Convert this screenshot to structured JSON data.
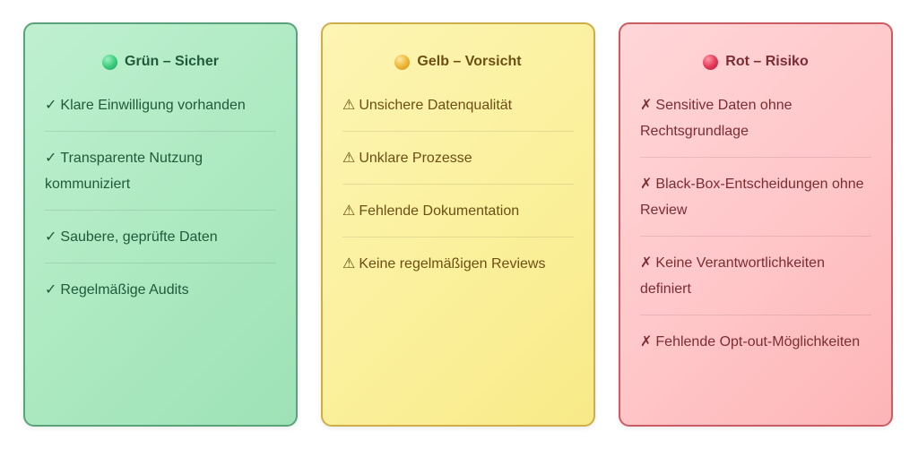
{
  "cards": [
    {
      "id": "green",
      "title": "Grün – Sicher",
      "color": "#3fcf80",
      "symbol": "✓",
      "items": [
        "Klare Einwilligung vorhanden",
        "Transparente Nutzung kommuniziert",
        "Saubere, geprüfte Daten",
        "Regelmäßige Audits"
      ]
    },
    {
      "id": "yellow",
      "title": "Gelb – Vorsicht",
      "color": "#f0b83a",
      "symbol": "⚠",
      "items": [
        "Unsichere Datenqualität",
        "Unklare Prozesse",
        "Fehlende Dokumentation",
        "Keine regelmäßigen Reviews"
      ]
    },
    {
      "id": "red",
      "title": "Rot – Risiko",
      "color": "#e63c5a",
      "symbol": "✗",
      "items": [
        "Sensitive Daten ohne Rechtsgrundlage",
        "Black-Box-Entscheidungen ohne Review",
        "Keine Verantwortlichkeiten definiert",
        "Fehlende Opt-out-Möglichkeiten"
      ]
    }
  ]
}
